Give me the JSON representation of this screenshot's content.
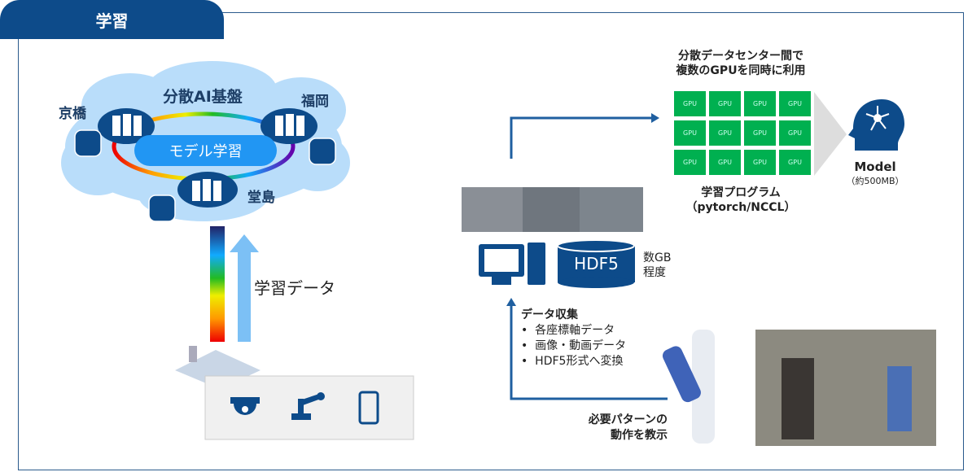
{
  "tab": {
    "title": "学習"
  },
  "cloud": {
    "title": "分散AI基盤",
    "sites": [
      "京橋",
      "福岡",
      "堂島"
    ],
    "center_label": "モデル学習"
  },
  "left": {
    "data_label": "学習データ",
    "device_icons": [
      "camera-icon",
      "robot-arm-icon",
      "smartphone-icon"
    ]
  },
  "gpu": {
    "title_line1": "分散データセンター間で",
    "title_line2": "複数のGPUを同時に利用",
    "cell_label": "GPU",
    "rows": 3,
    "cols": 4,
    "program_line1": "学習プログラム",
    "program_line2": "（pytorch/NCCL）",
    "color": "#00b050"
  },
  "model": {
    "label": "Model",
    "size": "（約500MB）"
  },
  "storage": {
    "format": "HDF5",
    "size_line1": "数GB",
    "size_line2": "程度"
  },
  "collection": {
    "title": "データ収集",
    "bullets": [
      "各座標軸データ",
      "画像・動画データ",
      "HDF5形式へ変換"
    ]
  },
  "teach": {
    "line1": "必要パターンの",
    "line2": "動作を教示"
  },
  "colors": {
    "primary": "#0d4b8a",
    "cloud": "#b9ddfa",
    "pill": "#2196f3"
  }
}
